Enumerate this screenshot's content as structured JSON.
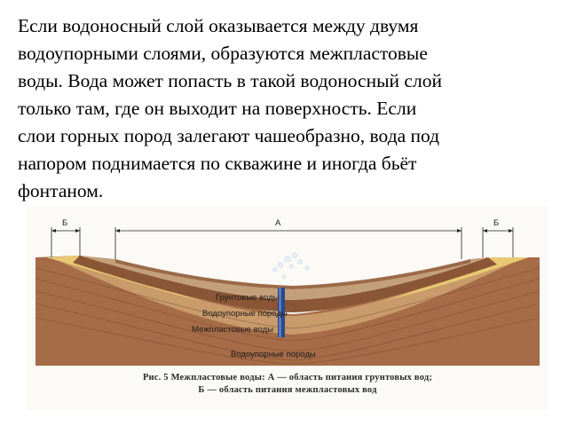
{
  "paragraph": "Если водоносный слой оказывается между двумя\nводоупорными слоями, образуются межпластовые\nводы. Вода может попасть в такой водоносный слой\nтолько там, где он выходит на поверхность. Если\nслои горных пород залегают чашеобразно, вода под\nнапором поднимается по скважине и иногда бьёт\nфонтаном.",
  "figure": {
    "label_a": "А",
    "label_b_left": "Б",
    "label_b_right": "Б",
    "layer_labels": {
      "ground_water": "Грунтовые    воды",
      "impermeable_upper": "Водоупорные   породы",
      "interstratal_water": "Межпластовые    воды",
      "impermeable_lower": "Водоупорные породы"
    },
    "caption_line1": "Рис. 5    Межпластовые воды: А — область питания грунтовых вод;",
    "caption_line2": "Б — область питания межпластовых вод",
    "colors": {
      "clay_dark": "#7a4a2e",
      "clay_light": "#b0744e",
      "aquifer_sand": "#e8c872",
      "aquifer_tan": "#c99a6a",
      "well": "#2b4a8c"
    }
  }
}
